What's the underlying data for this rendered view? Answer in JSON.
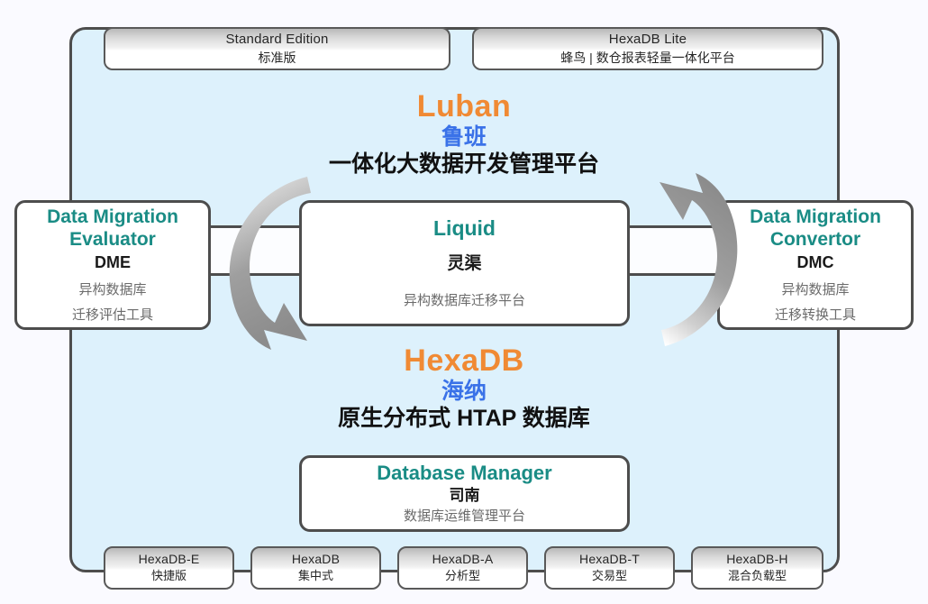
{
  "diagram": {
    "title": "Product architecture diagram",
    "frame_color": "#ddf1fc",
    "border_color": "#4d4d4d",
    "accent_orange": "#f08a34",
    "accent_blue": "#3a72e8",
    "accent_teal": "#1a8c85"
  },
  "top_chips": [
    {
      "en": "Standard Edition",
      "cn": "标准版"
    },
    {
      "en": "HexaDB Lite",
      "cn": "蜂鸟 | 数仓报表轻量一体化平台"
    }
  ],
  "headings": [
    {
      "brand_en": "Luban",
      "brand_cn": "鲁班",
      "brand_sub": "一体化大数据开发管理平台"
    },
    {
      "brand_en": "HexaDB",
      "brand_cn": "海纳",
      "brand_sub": "原生分布式 HTAP 数据库"
    }
  ],
  "cards": {
    "dme": {
      "title_en": "Data Migration Evaluator",
      "title_cn": "DME",
      "desc_line1": "异构数据库",
      "desc_line2": "迁移评估工具"
    },
    "dmc": {
      "title_en": "Data Migration Convertor",
      "title_cn": "DMC",
      "desc_line1": "异构数据库",
      "desc_line2": "迁移转换工具"
    },
    "liquid": {
      "title_en": "Liquid",
      "title_cn": "灵渠",
      "desc": "异构数据库迁移平台"
    },
    "dbm": {
      "title_en": "Database Manager",
      "title_cn": "司南",
      "desc": "数据库运维管理平台"
    }
  },
  "bottom_chips": [
    {
      "en": "HexaDB-E",
      "cn": "快捷版"
    },
    {
      "en": "HexaDB",
      "cn": "集中式"
    },
    {
      "en": "HexaDB-A",
      "cn": "分析型"
    },
    {
      "en": "HexaDB-T",
      "cn": "交易型"
    },
    {
      "en": "HexaDB-H",
      "cn": "混合负载型"
    }
  ],
  "arrows": [
    {
      "name": "left-curved-arrow",
      "direction": "down-right"
    },
    {
      "name": "right-curved-arrow",
      "direction": "up-left"
    }
  ]
}
